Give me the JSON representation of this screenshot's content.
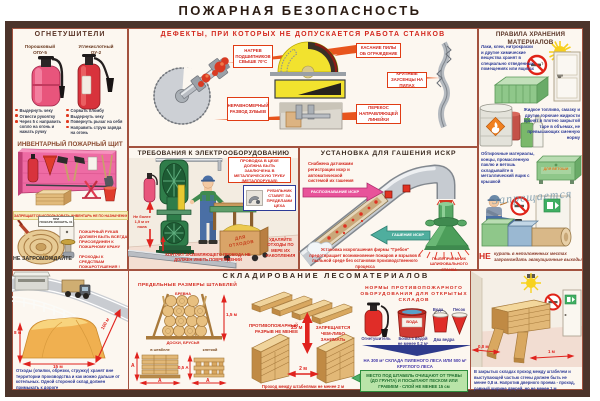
{
  "title": "ПОЖАРНАЯ БЕЗОПАСНОСТЬ",
  "colors": {
    "frame": "#4c342b",
    "panel_border": "#a3523f",
    "red": "#d3281e",
    "blue": "#2c3a96",
    "header_brown": "#5a3426"
  },
  "extinguishers": {
    "header": "ОГНЕТУШИТЕЛИ",
    "left_type": "Порошковый",
    "left_model": "ОПУ-5",
    "right_type": "Углекислотный",
    "right_model": "ОУ-2",
    "left_steps": [
      "Выдернуть чеку",
      "Отвести рукоятку",
      "Через 5 с направить сопло на огонь и нажать ручку"
    ],
    "right_steps": [
      "Сорвать пломбу",
      "Выдернуть чеку",
      "Повернуть рычаг на себя",
      "Направить струю заряда на огонь"
    ]
  },
  "shield": {
    "header": "ИНВЕНТАРНЫЙ ПОЖАРНЫЙ ЩИТ",
    "banner": "ЗАПРЕЩАЕТСЯ ИСПОЛЬЗОВАТЬ ИНВЕНТАРЬ НЕ ПО НАЗНАЧЕНИЮ"
  },
  "hose": {
    "sign_line1": "ПРИ",
    "sign_line2": "ПОЖАРЕ ЗВОНИТЬ 01",
    "note": "ПОЖАРНЫЙ РУКАВ ДОЛЖЕН БЫТЬ ВСЕГДА ПРИСОЕДИНЕН К ПОЖАРНОМУ КРАНУ",
    "warn_black": "НЕ ЗАГРОМОЖДАЙТЕ",
    "warn_red": "ПРОХОДЫ К СРЕДСТВАМ ПОЖАРОТУШЕНИЯ !"
  },
  "defects": {
    "header": "ДЕФЕКТЫ, ПРИ КОТОРЫХ НЕ ДОПУСКАЕТСЯ РАБОТА СТАНКОВ",
    "callout_bearings": "НАГРЕВ ПОДШИПНИКОВ СВЫШЕ 70°С",
    "callout_teeth": "НЕРАВНОМЕРНЫЙ РАЗВОД ЗУБЬЕВ",
    "callout_guard": "КАСАНИЕ ПИЛЫ ОБ ОГРАЖДЕНИЕ",
    "callout_burrs": "КРУПНЫЕ ЗАУСЕНЦЫ НА ПИЛАХ",
    "callout_ruler": "ПЕРЕКОС НАПРАВЛЯЮЩЕЙ ЛИНЕЙКИ"
  },
  "electrical": {
    "header": "ТРЕБОВАНИЯ К ЭЛЕКТРООБОРУДОВАНИЮ",
    "callout_wiring": "ПРОВОДКА В ЦЕХЕ ДОЛЖНА БЫТЬ ЗАКЛЮЧЕНА В МЕТАЛЛИЧЕСКУЮ ТРУБУ (МЕТАЛЛОРУКАВ)",
    "callout_switch": "РУБИЛЬНИК СТАВЯТ ЗА ПРЕДЕЛАМИ ЦЕХА",
    "height_note": "Не более 1,5 м от пола",
    "ground_note": "КОНТАКТ ЗАЗЕМЛЯЮЩЕГО ПРОВОДА НЕ ДОЛЖЕН ИМЕТЬ ПОВРЕЖДЕНИЙ",
    "waste_note": "УДАЛЯЙТЕ ОТХОДЫ ПО МЕРЕ ИХ НАКОПЛЕНИЯ",
    "box_label": "ДЛЯ ОТХОДОВ"
  },
  "sparks": {
    "header": "УСТАНОВКА ДЛЯ ГАШЕНИЯ ИСКР",
    "note": "Снабжена датчиками регистрации искр и автоматической системой их гашения",
    "arrow_detect": "РАСПОЗНАВАНИЕ ИСКР",
    "arrow_quench": "ГАШЕНИЕ ИСКР",
    "caption": "Установка искрогашения фирмы \"Гребон\" предотвращает возникновение пожаров и взрывов в пыльной среде без остановки производственного процесса",
    "label": "ПЫЛЕПРИЕМНИК ШЛИФОВАЛЬНОГО СТАНКА"
  },
  "storage": {
    "header": "ПРАВИЛА ХРАНЕНИЯ МАТЕРИАЛОВ",
    "text1": "Лаки, клеи, нитрокраски и другие химические вещества хранят в специально отведенных помещениях или ящиках",
    "text2": "Жидкое топливо, смазку и другие горючие жидкости хранят в плотно закрытой таре в объемах, не превышающих сменную норму",
    "text3": "Обтирочные материалы, концы, промасленную паклю и ветошь складывайте в металлический ящик с крышкой",
    "chest_label": "ДЛЯ ВЕТОШИ",
    "watermark": "Запрещается",
    "no_word": "НЕ",
    "no_item1": "курить в неположенных местах",
    "no_item2": "загромождать эвакуационные выходы"
  },
  "lumber": {
    "header": "СКЛАДИРОВАНИЕ ЛЕСОМАТЕРИАЛОВ",
    "waste_caption": "Отходы (опилки, обрезки, стружку) хранят вне территории производства и как можно дальше от котельных. Одной стороной склад должен примыкать к дороге",
    "dim_8": "8 м",
    "dim_15": "15 м",
    "dim_100": "100 м",
    "stacks_header": "ПРЕДЕЛЬНЫЕ РАЗМЕРЫ ШТАБЕЛЕЙ",
    "logs_label": "БРЕВНА",
    "logs_height": "1,5 м",
    "boards_label": "ДОСКИ, БРУСЬЯ",
    "stack_label1": "в штабеле",
    "stack_label2": "клеткой",
    "dim_a": "А",
    "dim_half_a": "0,5 А",
    "firebreak_text": "ПРОТИВОПОЖАРНЫЙ РАЗРЫВ НЕ МЕНЕЕ",
    "firebreak_dim": "25 м",
    "occupy_text": "ЗАПРЕЩАЕТСЯ ЧЕМ-ЛИБО ЗАНИМАТЬ",
    "pass_dim": "2 м",
    "pass_caption": "Проход между штабелями не менее 2 м",
    "norms_header": "НОРМЫ ПРОТИВОПОЖАРНОГО ОБОРУДОВАНИЯ ДЛЯ ОТКРЫТЫХ СКЛАДОВ",
    "item1": "Огнетушитель",
    "item2": "Бочка с водой не менее 0,2 м³",
    "barrel_label": "ВОДА",
    "bucket1": "Вода",
    "bucket2": "Песок",
    "item3": "Два ведра",
    "per_area": "НА 300 м² СКЛАДА ПИЛЕНОГО ЛЕСА ИЛИ 500 м² КРУГЛОГО ЛЕСА",
    "green_note": "МЕСТО ПОД ШТАБЕЛЬ ОЧИЩАЮТ ОТ ТРАВЫ (ДО ГРУНТА) И ПОСЫПАЮТ ПЕСКОМ ИЛИ ГРАВИЕМ - СЛОЙ НЕ МЕНЕЕ 15 см",
    "wh_dim1": "0,8 м",
    "wh_dim2": "1 м",
    "wh_caption": "В закрытых складах проход между штабелем и выступающей частью стены должен быть не менее 0,8 м. Напротив дверного проема - проход, равный ширине дверей, но не менее 1 м"
  }
}
